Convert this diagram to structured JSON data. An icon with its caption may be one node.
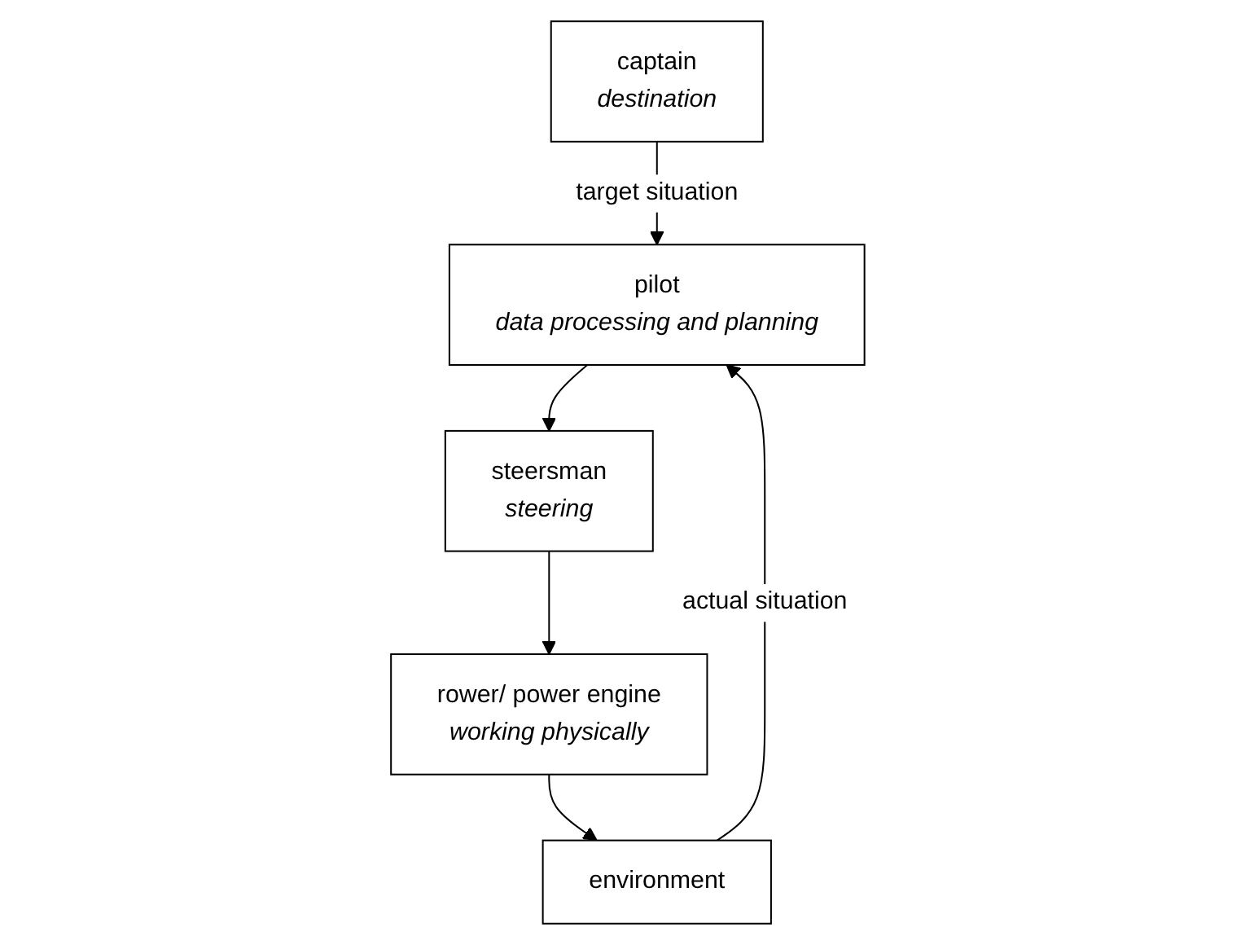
{
  "diagram": {
    "nodes": [
      {
        "text": [
          "captain",
          "destination"
        ]
      },
      {
        "text": [
          "pilot",
          "data processing and planning"
        ]
      },
      {
        "text": [
          "steersman",
          "steering"
        ]
      },
      {
        "text": [
          "rower/ power engine",
          "working physically"
        ]
      },
      {
        "text": [
          "environment"
        ]
      }
    ],
    "edges": [
      {
        "from": 0,
        "to": 1,
        "arrow": "to",
        "label": "target situation"
      },
      {
        "from": 1,
        "to": 2,
        "arrow": "to"
      },
      {
        "from": 2,
        "to": 3,
        "arrow": "to"
      },
      {
        "from": 3,
        "to": 4,
        "arrow": "to"
      },
      {
        "from": 4,
        "to": 1,
        "arrow": "to",
        "label": "actual situation"
      }
    ]
  }
}
